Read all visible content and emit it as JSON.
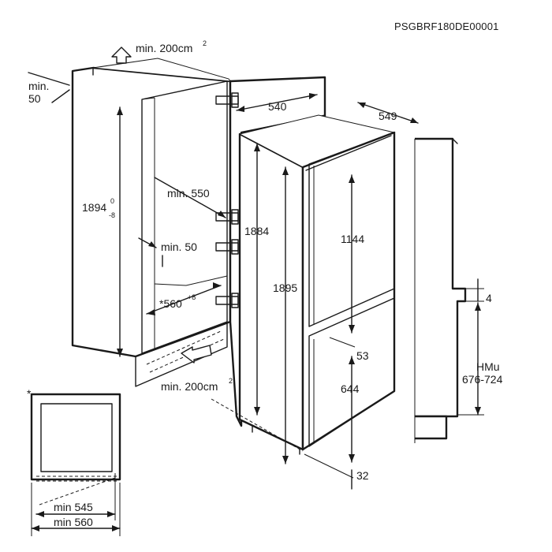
{
  "model_code": "PSGBRF180DE00001",
  "labels": {
    "vent_top_value": "min. 200cm",
    "vent_top_exp": "2",
    "vent_bottom_value": "min. 200cm",
    "vent_bottom_exp": "2",
    "side_gap_min": "min.",
    "side_gap_val": "50",
    "niche_height": "1894",
    "niche_tol_top": "0",
    "niche_tol_bottom": "-8",
    "depth_min": "min. 550",
    "rear_gap": "min. 50",
    "niche_width": "*560",
    "niche_width_tol": "+8",
    "door_height": "1884",
    "width": "540",
    "depth": "549",
    "appliance_height": "1895",
    "fridge_height": "1144",
    "gap_53": "53",
    "freezer_height": "644",
    "foot_32": "32",
    "gap_4": "4",
    "hmu_title": "HMu",
    "hmu_range": "676-724",
    "asterisk": "*",
    "min_545": "min 545",
    "min_560": "min 560"
  },
  "icons": [
    "arrow-up-icon",
    "arrow-left-icon"
  ]
}
